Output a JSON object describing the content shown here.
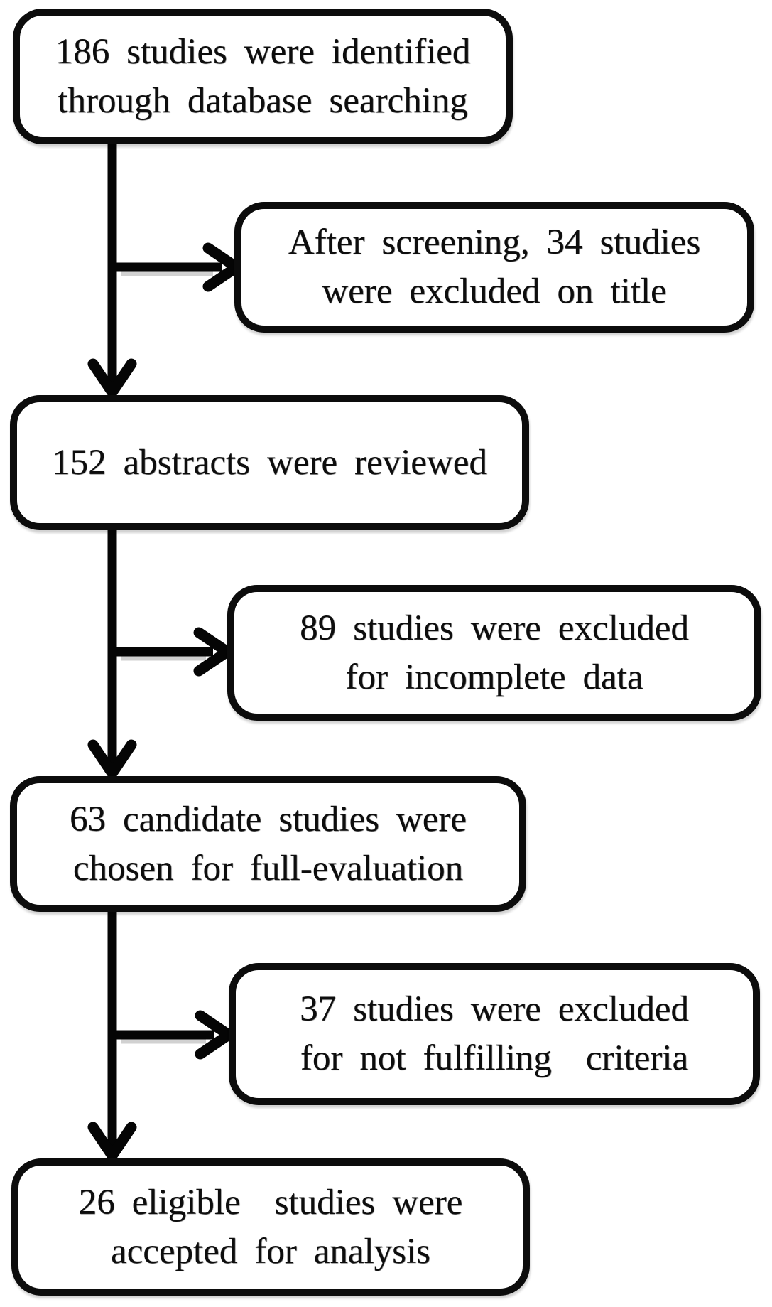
{
  "diagram": {
    "type": "flowchart",
    "background": "#ffffff",
    "line_color": "#000000",
    "box_border_color": "#0c0c0c",
    "text_color": "#0d0d0d",
    "boxes": [
      {
        "id": "identified",
        "lines": [
          "186 studies were identified",
          "through database searching"
        ]
      },
      {
        "id": "excluded-title",
        "lines": [
          "After screening, 34 studies",
          "were excluded on title"
        ]
      },
      {
        "id": "abstracts-reviewed",
        "lines": [
          "152 abstracts were reviewed"
        ]
      },
      {
        "id": "excluded-incomplete",
        "lines": [
          "89 studies were excluded",
          "for incomplete data"
        ]
      },
      {
        "id": "full-evaluation",
        "lines": [
          "63 candidate studies were",
          "chosen for full-evaluation"
        ]
      },
      {
        "id": "excluded-criteria",
        "lines": [
          "37 studies were excluded",
          "for not fulfilling  criteria"
        ]
      },
      {
        "id": "accepted",
        "lines": [
          "26 eligible  studies were",
          "accepted for analysis"
        ]
      }
    ],
    "connections": [
      {
        "from": "identified",
        "to": "abstracts-reviewed",
        "style": "arrow-down"
      },
      {
        "from": "identified",
        "to": "excluded-title",
        "style": "arrow-right-branch"
      },
      {
        "from": "abstracts-reviewed",
        "to": "full-evaluation",
        "style": "arrow-down"
      },
      {
        "from": "abstracts-reviewed",
        "to": "excluded-incomplete",
        "style": "arrow-right-branch"
      },
      {
        "from": "full-evaluation",
        "to": "accepted",
        "style": "arrow-down"
      },
      {
        "from": "full-evaluation",
        "to": "excluded-criteria",
        "style": "arrow-right-branch"
      }
    ]
  }
}
